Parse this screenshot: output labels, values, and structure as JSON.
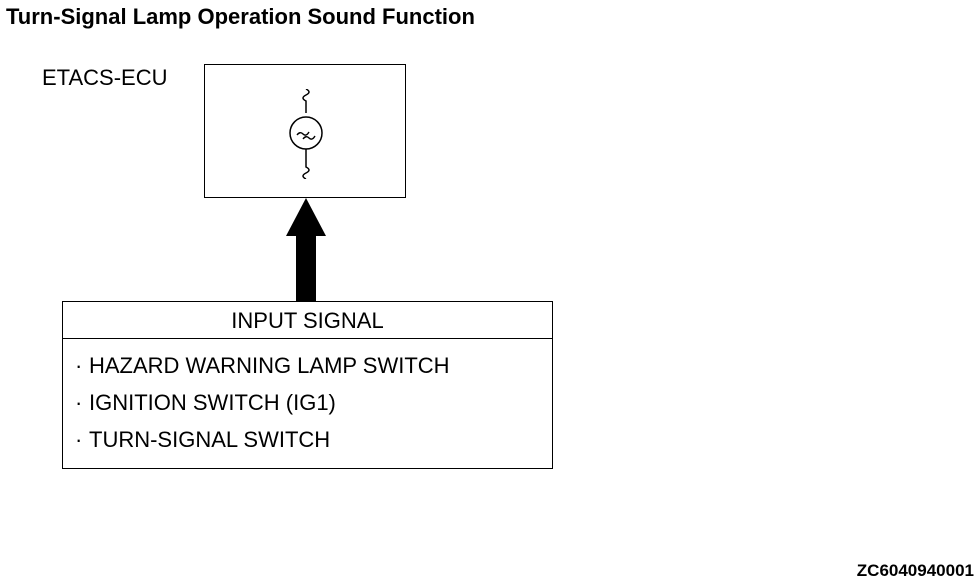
{
  "title": "Turn-Signal Lamp Operation Sound Function",
  "ecu": {
    "label": "ETACS-ECU",
    "icon": "buzzer-icon"
  },
  "input": {
    "header": "INPUT SIGNAL",
    "bullet": "·",
    "items": [
      "HAZARD WARNING LAMP SWITCH",
      "IGNITION SWITCH (IG1)",
      "TURN-SIGNAL SWITCH"
    ]
  },
  "figure_id": "ZC6040940001"
}
